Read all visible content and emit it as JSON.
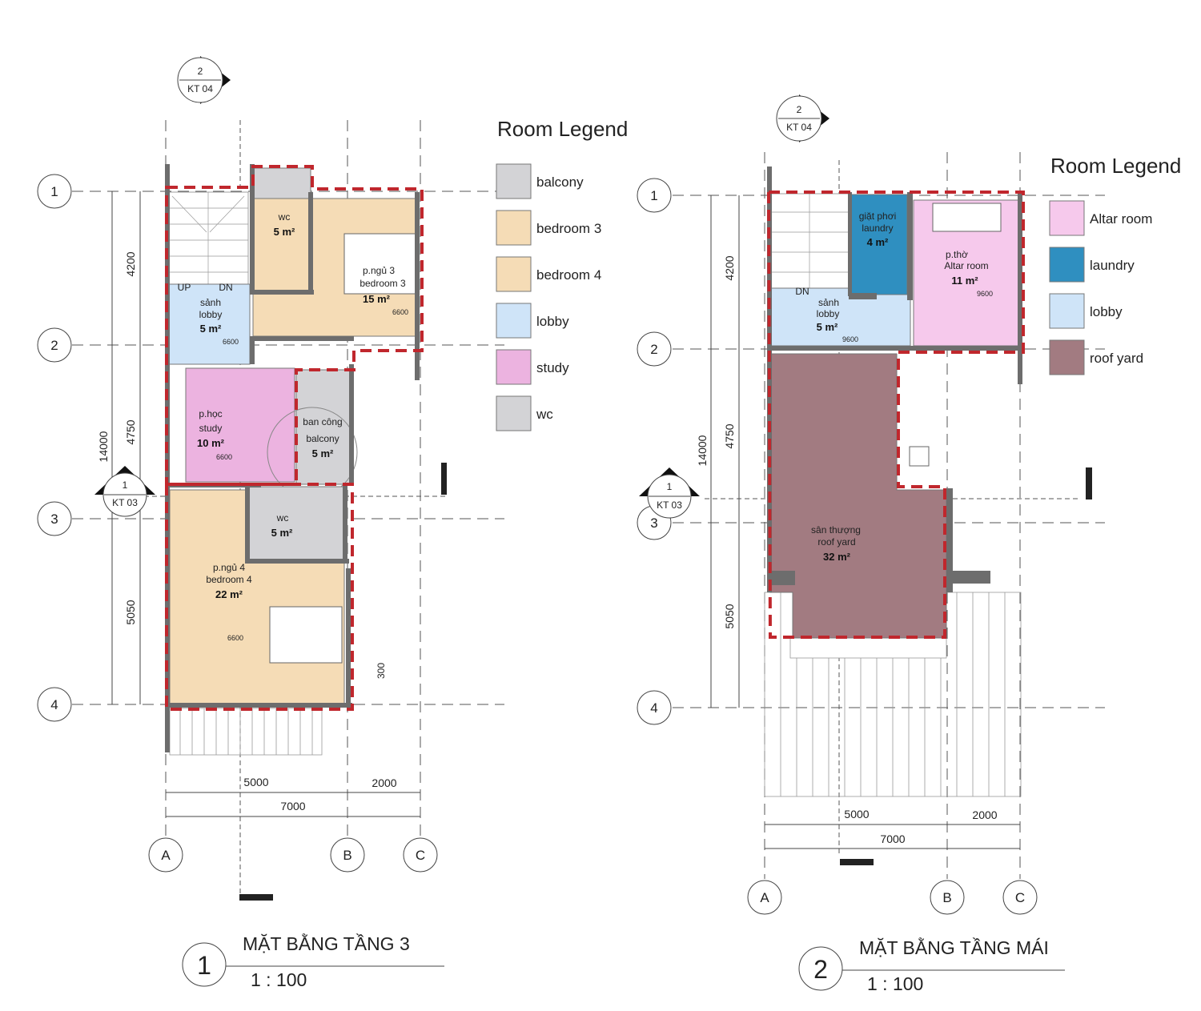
{
  "plan1": {
    "title": "MẶT BẰNG TẦNG 3",
    "number": "1",
    "scale": "1 : 100",
    "section_top": {
      "num": "2",
      "ref": "KT 04"
    },
    "section_side": {
      "num": "1",
      "ref": "KT 03"
    },
    "grid_rows": [
      "1",
      "2",
      "3",
      "4"
    ],
    "grid_cols": [
      "A",
      "B",
      "C"
    ],
    "dims_vertical": {
      "total": "14000",
      "d1": "4200",
      "d2": "4750",
      "d3": "5050"
    },
    "dims_horizontal": {
      "d1": "5000",
      "d2": "2000",
      "total": "7000"
    },
    "dim_small": "300",
    "stair_up": "UP",
    "stair_dn": "DN",
    "rooms": {
      "wc1": {
        "name": "wc",
        "area": "5 m²"
      },
      "lobby": {
        "vn": "sảnh",
        "name": "lobby",
        "area": "5 m²",
        "level": "6600"
      },
      "bedroom3": {
        "vn": "p.ngủ 3",
        "name": "bedroom 3",
        "area": "15 m²",
        "level": "6600"
      },
      "study": {
        "vn": "p.học",
        "name": "study",
        "area": "10 m²",
        "level": "6600"
      },
      "balcony": {
        "vn": "ban công",
        "name": "balcony",
        "area": "5 m²"
      },
      "wc2": {
        "name": "wc",
        "area": "5 m²"
      },
      "bedroom4": {
        "vn": "p.ngủ 4",
        "name": "bedroom 4",
        "area": "22 m²",
        "level": "6600"
      }
    },
    "legend": {
      "title": "Room Legend",
      "items": [
        {
          "label": "balcony",
          "color": "#d3d3d6"
        },
        {
          "label": "bedroom 3",
          "color": "#f5dcb6"
        },
        {
          "label": "bedroom 4",
          "color": "#f5dcb6"
        },
        {
          "label": "lobby",
          "color": "#cfe4f8"
        },
        {
          "label": "study",
          "color": "#ecb3e0"
        },
        {
          "label": "wc",
          "color": "#d3d3d6"
        }
      ]
    }
  },
  "plan2": {
    "title": "MẶT BẰNG TẦNG MÁI",
    "number": "2",
    "scale": "1 : 100",
    "section_top": {
      "num": "2",
      "ref": "KT 04"
    },
    "section_side": {
      "num": "1",
      "ref": "KT 03"
    },
    "grid_rows": [
      "1",
      "2",
      "3",
      "4"
    ],
    "grid_cols": [
      "A",
      "B",
      "C"
    ],
    "dims_vertical": {
      "total": "14000",
      "d1": "4200",
      "d2": "4750",
      "d3": "5050"
    },
    "dims_horizontal": {
      "d1": "5000",
      "d2": "2000",
      "total": "7000"
    },
    "stair_dn": "DN",
    "rooms": {
      "laundry": {
        "vn": "giặt phơi",
        "name": "laundry",
        "area": "4 m²"
      },
      "altar": {
        "vn": "p.thờ",
        "name": "Altar room",
        "area": "11 m²",
        "level": "9600"
      },
      "lobby": {
        "vn": "sảnh",
        "name": "lobby",
        "area": "5 m²",
        "level": "9600"
      },
      "roofyard": {
        "vn": "sân thượng",
        "name": "roof yard",
        "area": "32 m²"
      }
    },
    "legend": {
      "title": "Room Legend",
      "items": [
        {
          "label": "Altar room",
          "color": "#f6c9ec"
        },
        {
          "label": "laundry",
          "color": "#2f8fc0"
        },
        {
          "label": "lobby",
          "color": "#cfe4f8"
        },
        {
          "label": "roof yard",
          "color": "#a27b81"
        }
      ]
    }
  }
}
